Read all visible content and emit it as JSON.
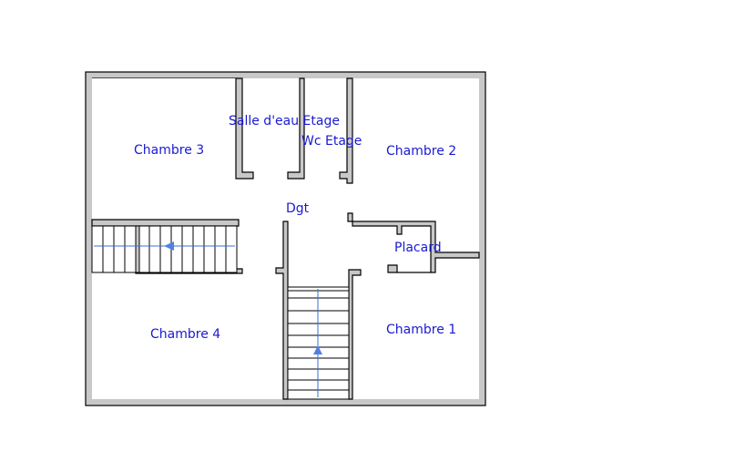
{
  "rooms": {
    "chambre_3": "Chambre 3",
    "salle_eau": "Salle d'eau Etage",
    "wc": "Wc Etage",
    "chambre_2": "Chambre 2",
    "dgt": "Dgt",
    "placard": "Placard",
    "chambre_4": "Chambre 4",
    "chambre_1": "Chambre 1"
  },
  "colors": {
    "label": "#1a1ad0",
    "wall_fill": "#c8c8c8",
    "stair_arrow": "#4f82e0"
  }
}
